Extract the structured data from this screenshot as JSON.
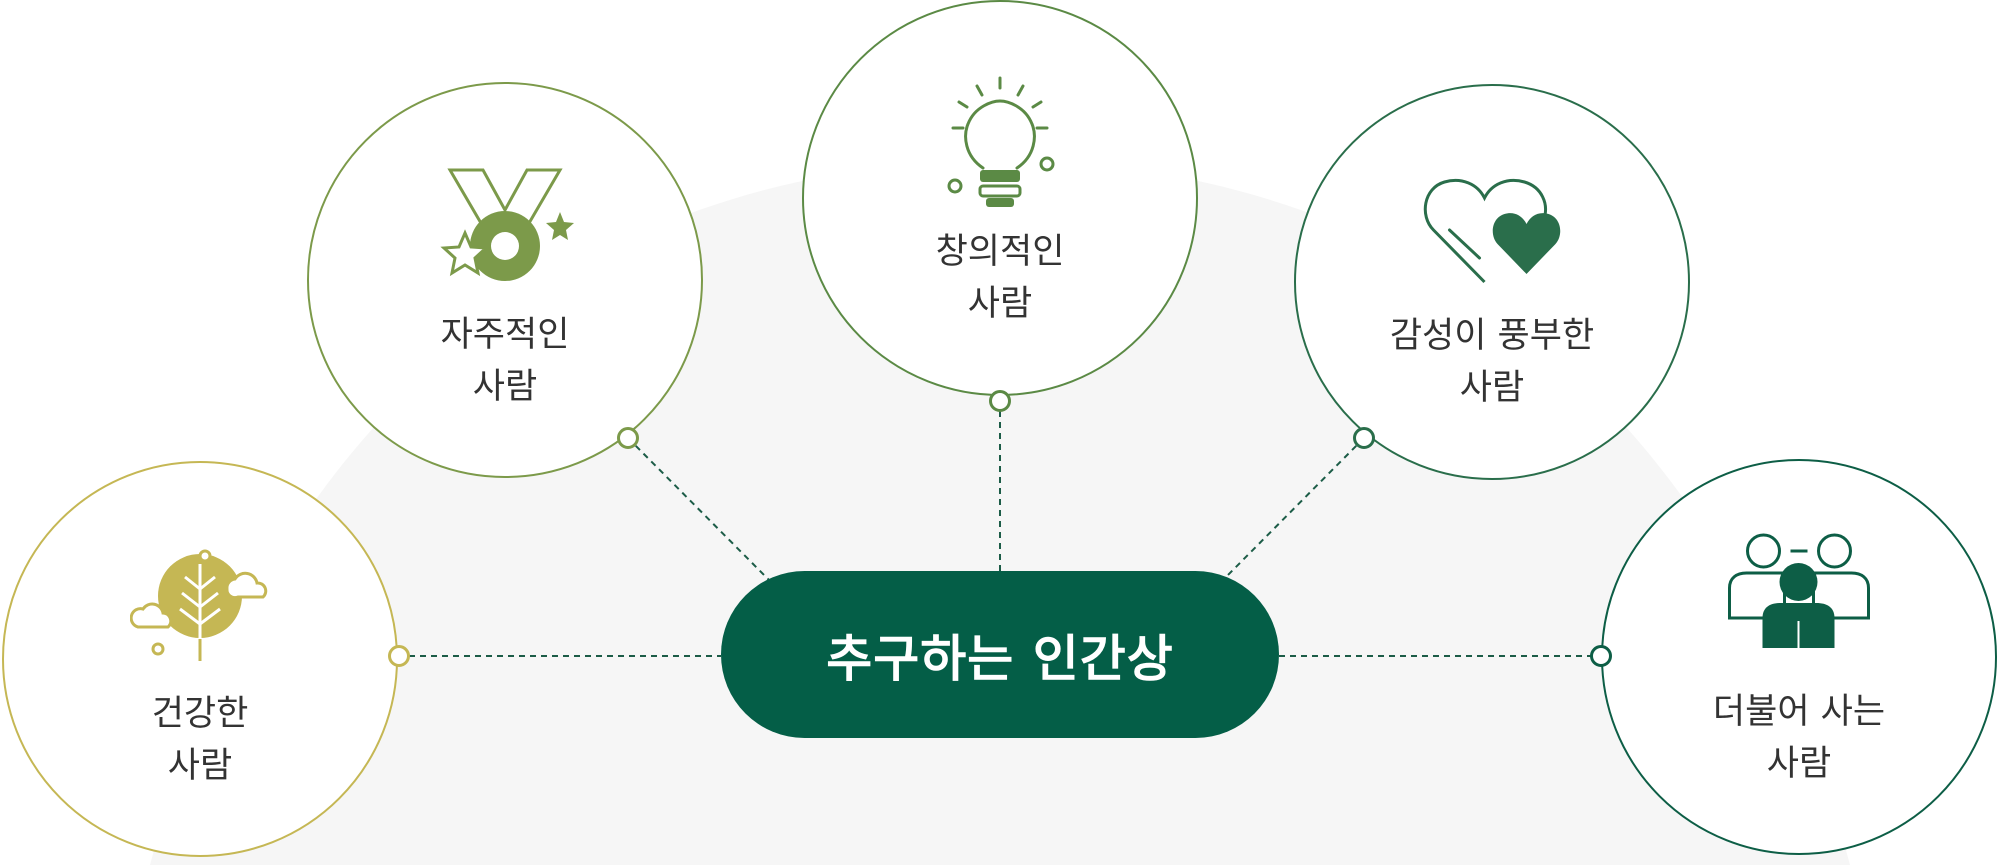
{
  "center": {
    "title": "추구하는 인간상"
  },
  "nodes": [
    {
      "id": "healthy",
      "line1": "건강한",
      "line2": "사람",
      "icon": "tree-icon",
      "color": "#c5b754"
    },
    {
      "id": "independent",
      "line1": "자주적인",
      "line2": "사람",
      "icon": "medal-icon",
      "color": "#7c9a4a"
    },
    {
      "id": "creative",
      "line1": "창의적인",
      "line2": "사람",
      "icon": "lightbulb-icon",
      "color": "#5b8a45"
    },
    {
      "id": "emotional",
      "line1": "감성이 풍부한",
      "line2": "사람",
      "icon": "hearts-icon",
      "color": "#2a6e4b"
    },
    {
      "id": "together",
      "line1": "더불어 사는",
      "line2": "사람",
      "icon": "people-icon",
      "color": "#0d5e46"
    }
  ],
  "colors": {
    "center": "#045e47",
    "background_arc": "#f6f6f6",
    "connector": "#1c5c47"
  }
}
